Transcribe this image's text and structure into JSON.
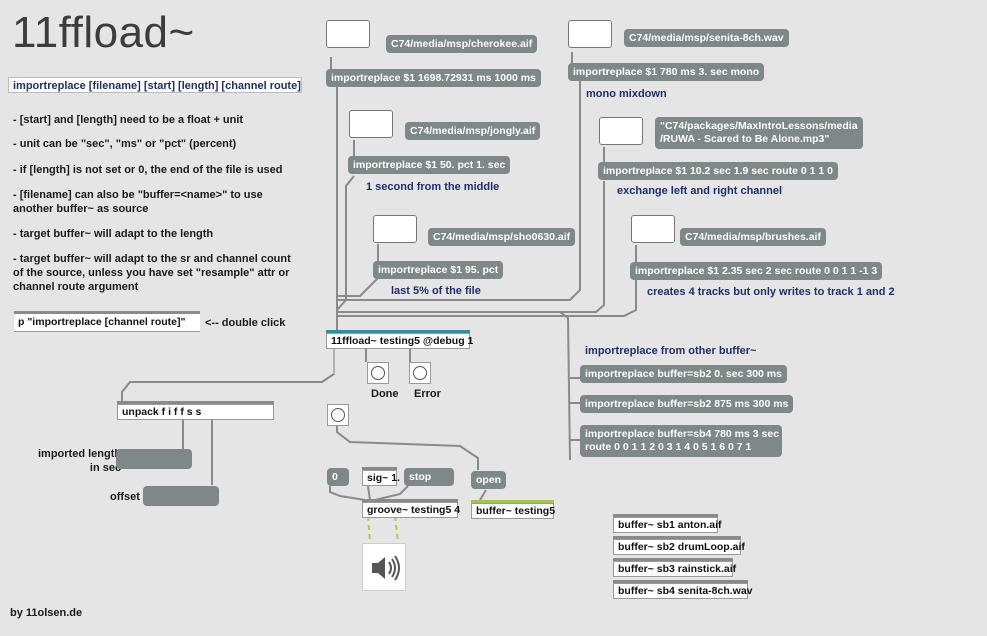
{
  "title": "11ffload~",
  "header": "importreplace [filename] [start] [length] [channel route]",
  "notes": [
    "- [start] and [length] need to be a float + unit",
    "- unit can be \"sec\", \"ms\" or \"pct\" (percent)",
    "- if [length] is not set or 0, the end of the file is used",
    "- [filename] can also be \"buffer=<name>\" to use\nanother buffer~ as source",
    "- target buffer~ will adapt to the length",
    "- target buffer~ will adapt to the sr and channel count\nof the source, unless you have set \"resample\" attr or\nchannel route argument"
  ],
  "subpatcher": "p \"importreplace [channel route]\"",
  "double_click_hint": "<-- double click",
  "paths": {
    "cherokee": "C74/media/msp/cherokee.aif",
    "jongly": "C74/media/msp/jongly.aif",
    "sho": "C74/media/msp/sho0630.aif",
    "senita": "C74/media/msp/senita-8ch.wav",
    "ruwa": "\"C74/packages/MaxIntroLessons/media\n/RUWA - Scared to Be Alone.mp3\"",
    "brushes": "C74/media/msp/brushes.aif"
  },
  "messages": {
    "m1": "importreplace $1 1698.72931 ms 1000 ms",
    "m2": "importreplace $1 50. pct 1. sec",
    "m3": "importreplace $1 95. pct",
    "m4": "importreplace $1 780 ms 3. sec mono",
    "m5": "importreplace $1 10.2 sec 1.9 sec route 0 1 1 0",
    "m6": "importreplace $1 2.35 sec 2 sec route 0 0 1 1 -1 3",
    "b1": "importreplace buffer=sb2 0. sec 300 ms",
    "b2": "importreplace buffer=sb2 875 ms 300 ms",
    "b3": "importreplace buffer=sb4 780 ms 3 sec\nroute 0 0 1 1 2 0 3 1 4 0 5 1 6 0 7 1"
  },
  "captions": {
    "c2": "1 second from the middle",
    "c3": "last 5% of the file",
    "c4": "mono mixdown",
    "c5": "exchange left and right channel",
    "c6": "creates 4 tracks but only writes to track 1 and 2",
    "other": "importreplace from other buffer~"
  },
  "objects": {
    "main": "11ffload~ testing5 @debug 1",
    "unpack": "unpack f i f f s s",
    "groove": "groove~ testing5 4",
    "buffer": "buffer~ testing5",
    "sig": "sig~ 1.",
    "zero": "0",
    "stop": "stop",
    "open": "open",
    "sb1": "buffer~ sb1 anton.aif",
    "sb2": "buffer~ sb2 drumLoop.aif",
    "sb3": "buffer~ sb3 rainstick.aif",
    "sb4": "buffer~ sb4 senita-8ch.wav"
  },
  "labels": {
    "done": "Done",
    "error": "Error",
    "imported_length": "imported length\nin sec",
    "offset": "offset"
  },
  "credit": "by 11olsen.de"
}
